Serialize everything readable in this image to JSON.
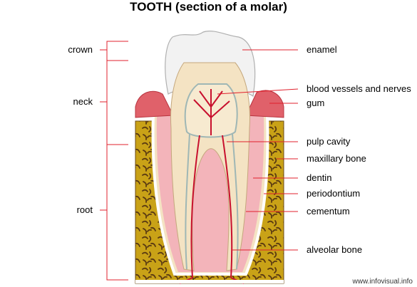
{
  "title": "TOOTH (section of a molar)",
  "left_labels": {
    "crown": "crown",
    "neck": "neck",
    "root": "root"
  },
  "right_labels": {
    "enamel": "enamel",
    "blood_vessels": "blood vessels and nerves",
    "gum": "gum",
    "pulp_cavity": "pulp cavity",
    "maxillary_bone": "maxillary bone",
    "dentin": "dentin",
    "periodontium": "periodontium",
    "cementum": "cementum",
    "alveolar_bone": "alveolar bone"
  },
  "credit": "www.infovisual.info",
  "colors": {
    "leader": "#e0202c",
    "enamel": "#f2f2f2",
    "dentin": "#f4e3c3",
    "pulp": "#f7ead0",
    "gum": "#e0616a",
    "gum_light": "#f3b4ba",
    "bone": "#c9a217",
    "bone_dark": "#5a3a12",
    "vessel": "#c8102e"
  }
}
